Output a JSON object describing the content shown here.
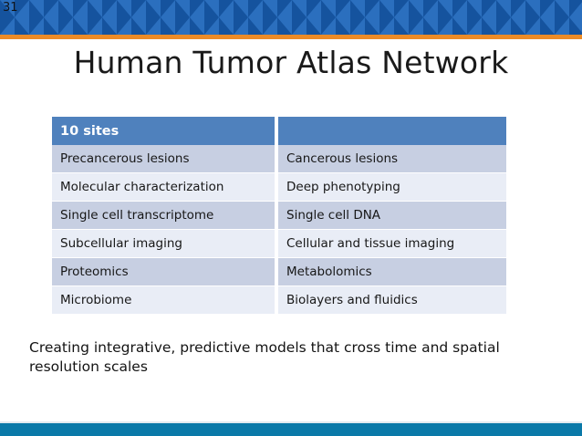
{
  "slide": {
    "number": "31",
    "title": "Human Tumor Atlas Network",
    "caption": "Creating integrative, predictive models that cross time and spatial resolution scales"
  },
  "theme": {
    "band_blue": "#15539E",
    "band_blue_light": "#2B6FBE",
    "orange_rule": "#EC8B27",
    "table_header_blue": "#4F81BD",
    "row_dark": "#C7CFE2",
    "row_light": "#E9EDF6",
    "footer_teal": "#0A79A8",
    "text_dark": "#171717"
  },
  "table": {
    "headers": [
      "10 sites",
      ""
    ],
    "rows": [
      [
        "Precancerous lesions",
        "Cancerous lesions"
      ],
      [
        "Molecular characterization",
        "Deep phenotyping"
      ],
      [
        "Single cell transcriptome",
        "Single cell DNA"
      ],
      [
        "Subcellular imaging",
        "Cellular and tissue imaging"
      ],
      [
        "Proteomics",
        "Metabolomics"
      ],
      [
        "Microbiome",
        "Biolayers and fluidics"
      ]
    ]
  }
}
